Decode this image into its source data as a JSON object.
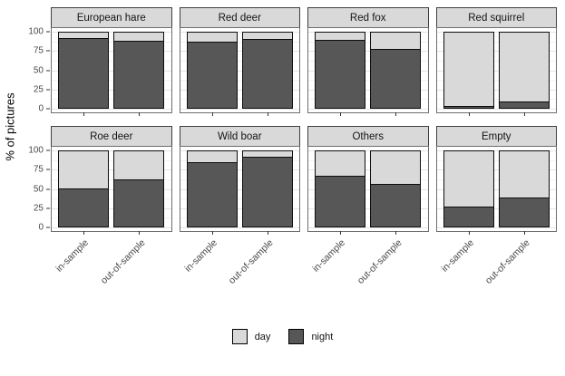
{
  "chart_data": {
    "type": "bar",
    "variant": "stacked-100pct-faceted",
    "title": "",
    "xlabel": "",
    "ylabel": "% of pictures",
    "categories": [
      "in-sample",
      "out-of-sample"
    ],
    "y_ticks": [
      0,
      25,
      50,
      75,
      100
    ],
    "y_minor_ticks": [
      12.5,
      37.5,
      62.5,
      87.5
    ],
    "ylim": [
      0,
      100
    ],
    "grid": true,
    "legend_position": "bottom",
    "series_names": [
      "day",
      "night"
    ],
    "colors": {
      "day": "#d9d9d9",
      "night": "#575757"
    },
    "facets": [
      {
        "label": "European hare",
        "day": [
          7,
          11
        ],
        "night": [
          93,
          89
        ]
      },
      {
        "label": "Red deer",
        "day": [
          12,
          8
        ],
        "night": [
          88,
          92
        ]
      },
      {
        "label": "Red fox",
        "day": [
          10,
          22
        ],
        "night": [
          90,
          78
        ]
      },
      {
        "label": "Red squirrel",
        "day": [
          98,
          91
        ],
        "night": [
          2,
          9
        ]
      },
      {
        "label": "Roe deer",
        "day": [
          49,
          37
        ],
        "night": [
          51,
          63
        ]
      },
      {
        "label": "Wild boar",
        "day": [
          14,
          7
        ],
        "night": [
          86,
          93
        ]
      },
      {
        "label": "Others",
        "day": [
          32,
          43
        ],
        "night": [
          68,
          57
        ]
      },
      {
        "label": "Empty",
        "day": [
          73,
          61
        ],
        "night": [
          27,
          39
        ]
      }
    ]
  },
  "axes": {
    "y_title": "% of pictures",
    "y_tick_labels": [
      "100",
      "75",
      "50",
      "25",
      "0"
    ],
    "x_tick_labels": [
      "in-sample",
      "out-of-sample"
    ]
  },
  "legend": {
    "items": [
      {
        "label": "day",
        "color": "#d9d9d9"
      },
      {
        "label": "night",
        "color": "#575757"
      }
    ]
  }
}
